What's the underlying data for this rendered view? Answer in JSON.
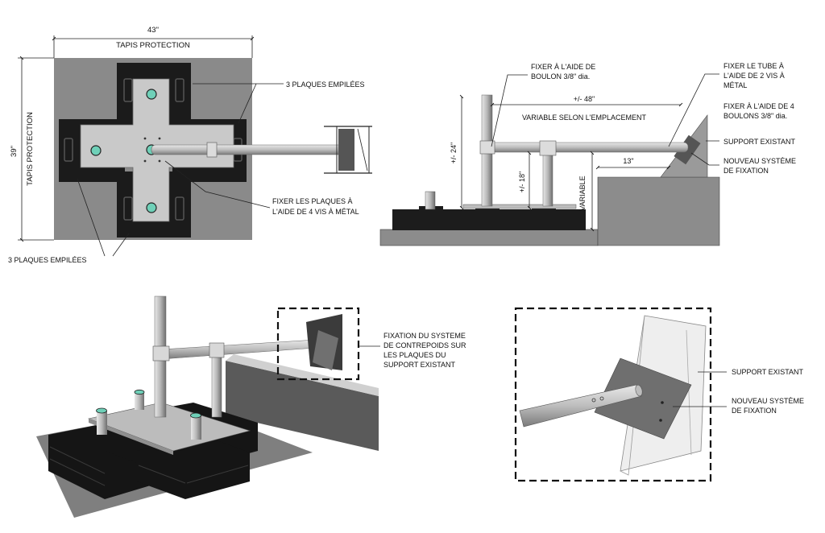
{
  "top_left_plan": {
    "dim_width": "43\"",
    "dim_height": "39\"",
    "mat_label_top": "TAPIS PROTECTION",
    "mat_label_side": "TAPIS PROTECTION",
    "plates_label_top": "3 PLAQUES EMPILÉES",
    "plates_label_bottom": "3 PLAQUES EMPILÉES",
    "fix_label_line1": "FIXER LES PLAQUES À",
    "fix_label_line2": "L'AIDE DE 4 VIS À MÉTAL"
  },
  "top_right_elevation": {
    "bolt_label_line1": "FIXER À L'AIDE DE",
    "bolt_label_line2": "BOULON 3/8\" dia.",
    "tube_label_line1": "FIXER LE TUBE À",
    "tube_label_line2": "L'AIDE DE 2 VIS À",
    "tube_label_line3": "MÉTAL",
    "four_bolts_line1": "FIXER À L'AIDE DE 4",
    "four_bolts_line2": "BOULONS 3/8\" dia.",
    "support_existing": "SUPPORT EXISTANT",
    "new_system_line1": "NOUVEAU SYSTÈME",
    "new_system_line2": "DE FIXATION",
    "dim_48": "+/- 48\"",
    "variable_location": "VARIABLE SELON L'EMPLACEMENT",
    "dim_24": "+/- 24\"",
    "dim_18": "+/- 18\"",
    "dim_13": "13\"",
    "variable": "VARIABLE"
  },
  "bottom_left_iso": {
    "label_line1": "FIXATION DU SYSTEME",
    "label_line2": "DE CONTREPOIDS SUR",
    "label_line3": "LES PLAQUES DU",
    "label_line4": "SUPPORT EXISTANT"
  },
  "bottom_right_detail": {
    "support_existing": "SUPPORT EXISTANT",
    "new_system_line1": "NOUVEAU SYSTÈME",
    "new_system_line2": "DE FIXATION"
  }
}
